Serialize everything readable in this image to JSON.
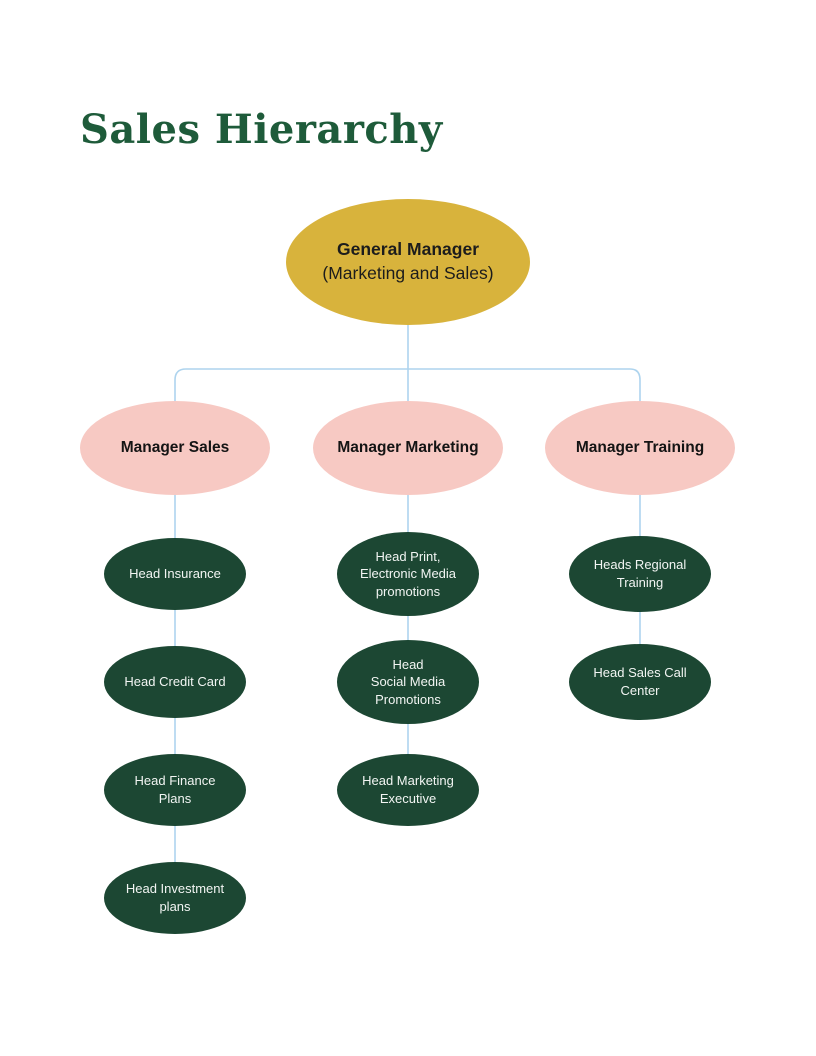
{
  "page": {
    "title": "Sales Hierarchy"
  },
  "colors": {
    "title": "#1e5b3a",
    "root_fill": "#d8b33c",
    "manager_fill": "#f7c9c3",
    "report_fill": "#1c4733",
    "report_text": "#f2f5f3",
    "connector": "#aed4ee",
    "node_text": "#1c1c1c"
  },
  "org": {
    "root": {
      "title": "General Manager",
      "subtitle": "(Marketing and Sales)"
    },
    "branches": [
      {
        "manager": "Manager Sales",
        "reports": [
          "Head Insurance",
          "Head Credit Card",
          "Head Finance\nPlans",
          "Head Investment\nplans"
        ]
      },
      {
        "manager": "Manager Marketing",
        "reports": [
          "Head Print,\nElectronic Media\npromotions",
          "Head\nSocial Media\nPromotions",
          "Head Marketing\nExecutive"
        ]
      },
      {
        "manager": "Manager Training",
        "reports": [
          "Heads Regional\nTraining",
          "Head Sales Call\nCenter"
        ]
      }
    ]
  }
}
